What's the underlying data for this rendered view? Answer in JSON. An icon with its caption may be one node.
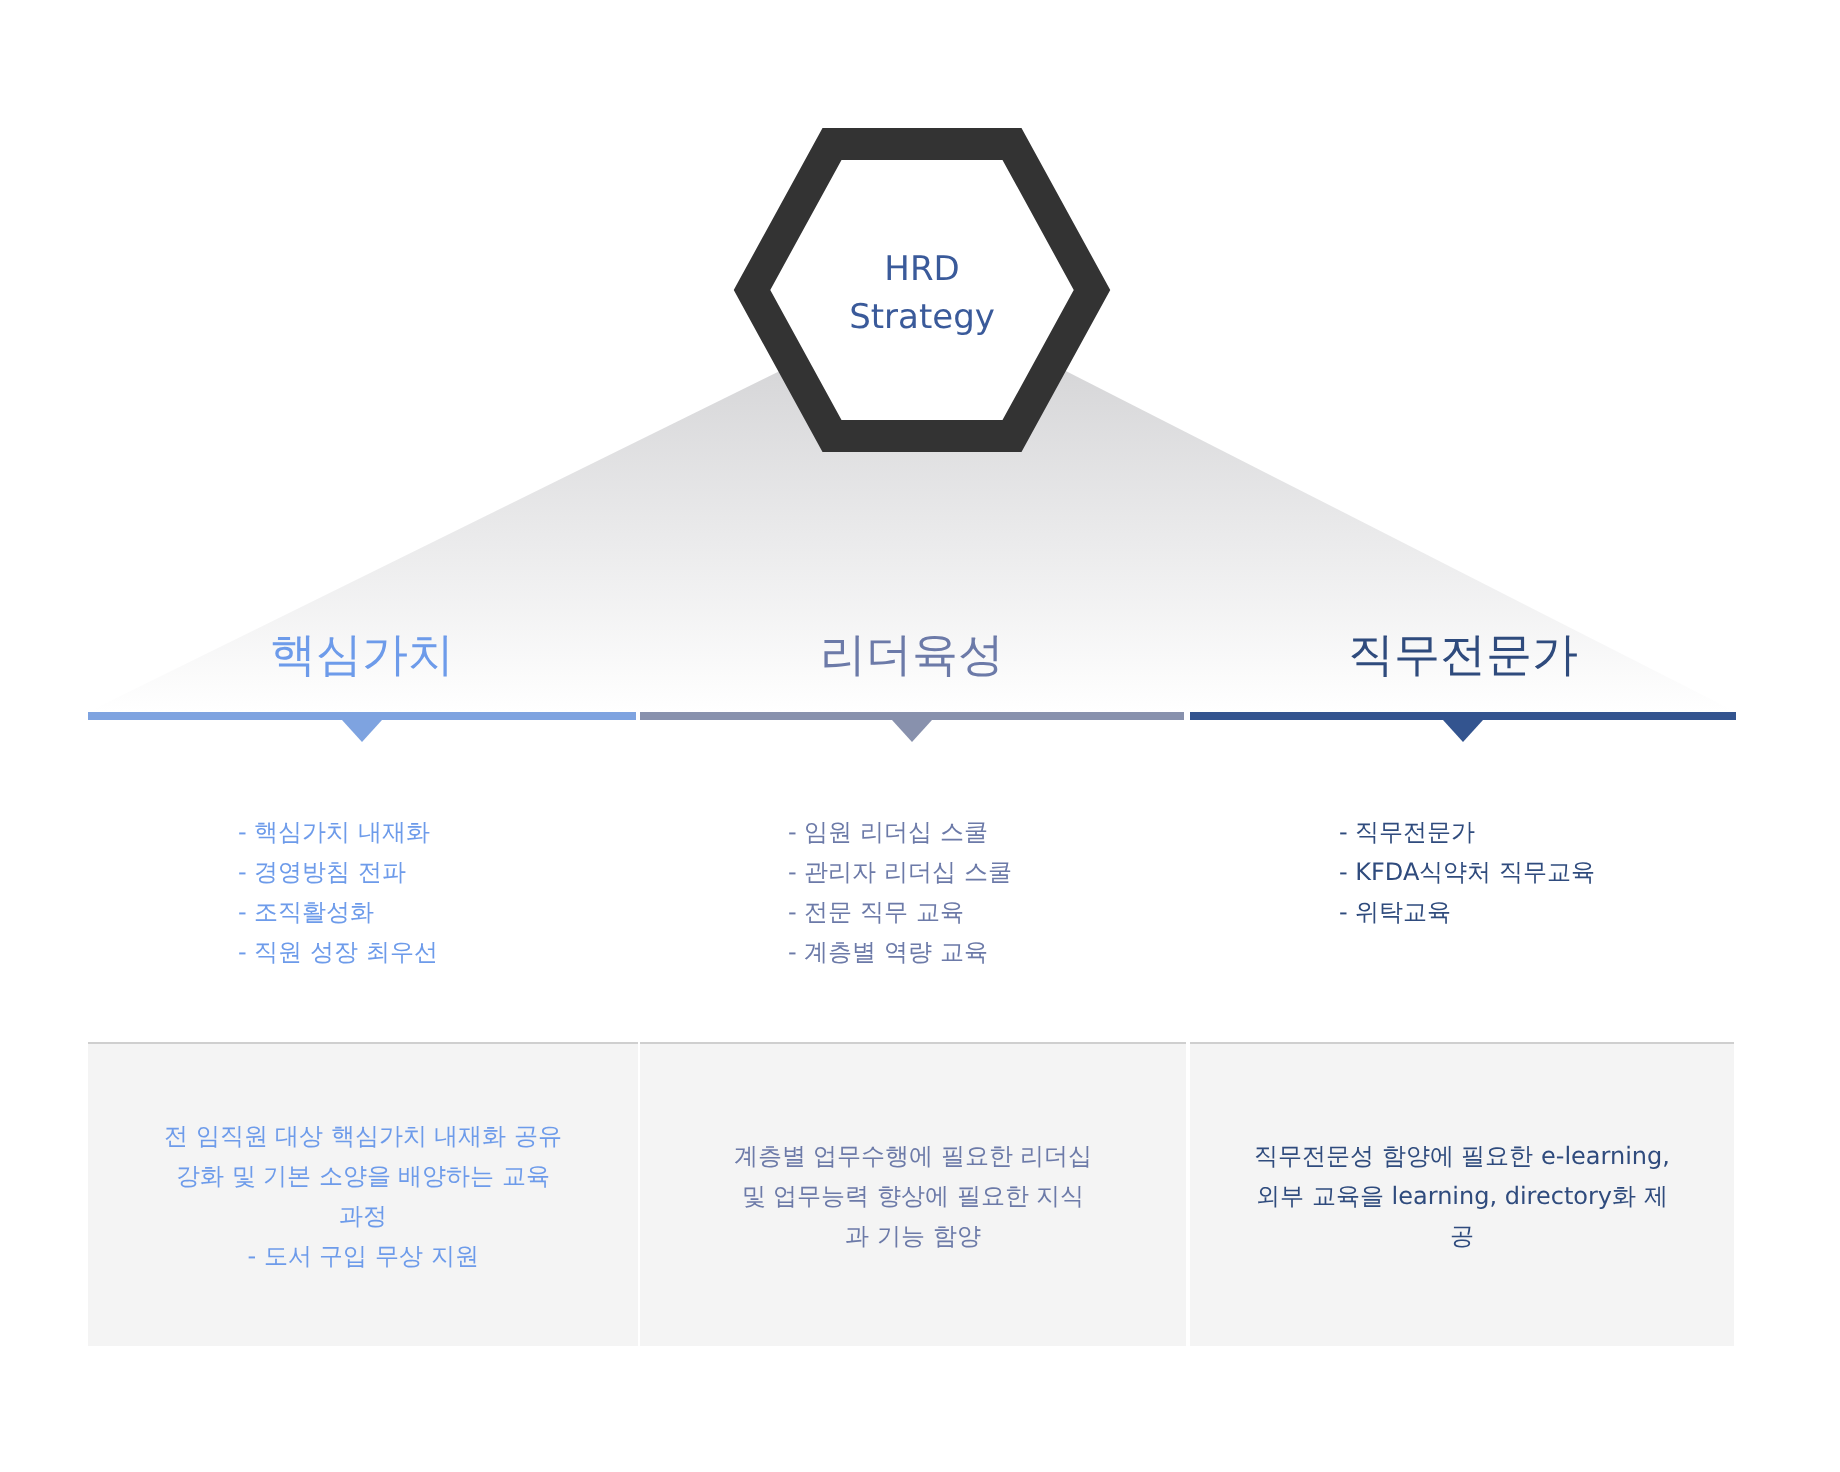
{
  "diagram": {
    "nodes": [
      {
        "text": [
          "HRD Strategy"
        ]
      },
      {
        "text": [
          "핵심가치",
          "- 핵심가치 내재화",
          "- 경영방침 전파",
          "- 조직활성화",
          "- 직원 성장 최우선"
        ]
      },
      {
        "text": [
          "리더육성",
          "- 임원 리더십 스쿨",
          "- 관리자 리더십 스쿨",
          "- 전문 직무 교육",
          "- 계층별 역량 교육"
        ]
      },
      {
        "text": [
          "직무전문가",
          "- 직무전문가",
          "- KFDA식약처 직무교육",
          "- 위탁교육"
        ]
      },
      {
        "text": [
          "전 임직원 대상 핵심가치 내재화 공유 강화 및 기본 소양을 배양하는 교육 과정",
          "- 도서 구입 무상 지원"
        ]
      },
      {
        "text": [
          "계층별 업무수행에 필요한 리더십 및 업무능력 향상에 필요한 지식과 기능 함양"
        ]
      },
      {
        "text": [
          "직무전문성 함양에 필요한 e-learning, 외부 교육을 learning, directory화 제공"
        ]
      }
    ],
    "edges": []
  }
}
